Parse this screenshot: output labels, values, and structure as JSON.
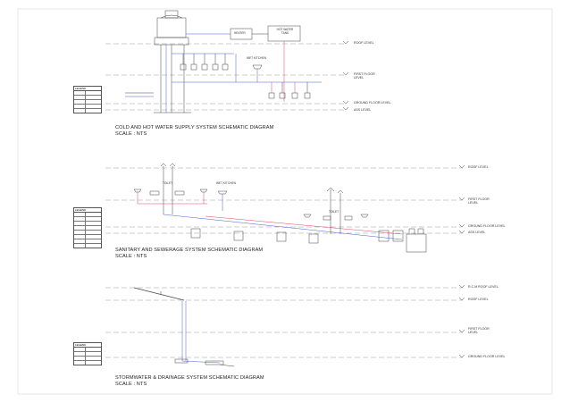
{
  "sections": {
    "water": {
      "title": "COLD AND HOT WATER SUPPLY SYSTEM SCHEMATIC DIAGRAM",
      "scale": "SCALE : NTS",
      "levels": {
        "roof": "ROOF LEVEL",
        "first_floor": "FIRST FLOOR LEVEL",
        "ground_floor": "GROUND FLOOR LEVEL",
        "ass": "ASS LEVEL"
      },
      "labels": {
        "heater": "HEATER",
        "hot_water_tank": "HOT WATER TANK",
        "wet_kitchen": "WET KITCHEN"
      },
      "legend": {
        "header": "LEGEND",
        "rows": [
          "",
          "",
          "",
          "",
          ""
        ]
      }
    },
    "sewer": {
      "title": "SANITARY AND SEWERAGE SYSTEM SCHEMATIC DIAGRAM",
      "scale": "SCALE : NTS",
      "levels": {
        "roof": "ROOF LEVEL",
        "first_floor": "FIRST FLOOR LEVEL",
        "ground_floor": "GROUND FLOOR LEVEL",
        "ass": "ASS LEVEL"
      },
      "labels": {
        "toilet_left": "TOILET",
        "toilet_right": "TOILET",
        "wet_kitchen": "WET KITCHEN"
      },
      "legend": {
        "header": "LEGEND",
        "rows": [
          "",
          "",
          "",
          "",
          "",
          "",
          "",
          ""
        ]
      }
    },
    "storm": {
      "title": "STORMWATER & DRAINAGE SYSTEM SCHEMATIC DIAGRAM",
      "scale": "SCALE : NTS",
      "levels": {
        "upper_roof": "R.C.M ROOF LEVEL",
        "roof": "ROOF LEVEL",
        "first_floor": "FIRST FLOOR LEVEL",
        "ground_floor": "GROUND FLOOR LEVEL"
      },
      "legend": {
        "header": "LEGEND",
        "rows": [
          "",
          "",
          "",
          ""
        ]
      }
    }
  },
  "colors": {
    "cold": "#4a5fd6",
    "hot": "#e0456a",
    "line": "#444444",
    "dash": "#9a9a9a"
  }
}
